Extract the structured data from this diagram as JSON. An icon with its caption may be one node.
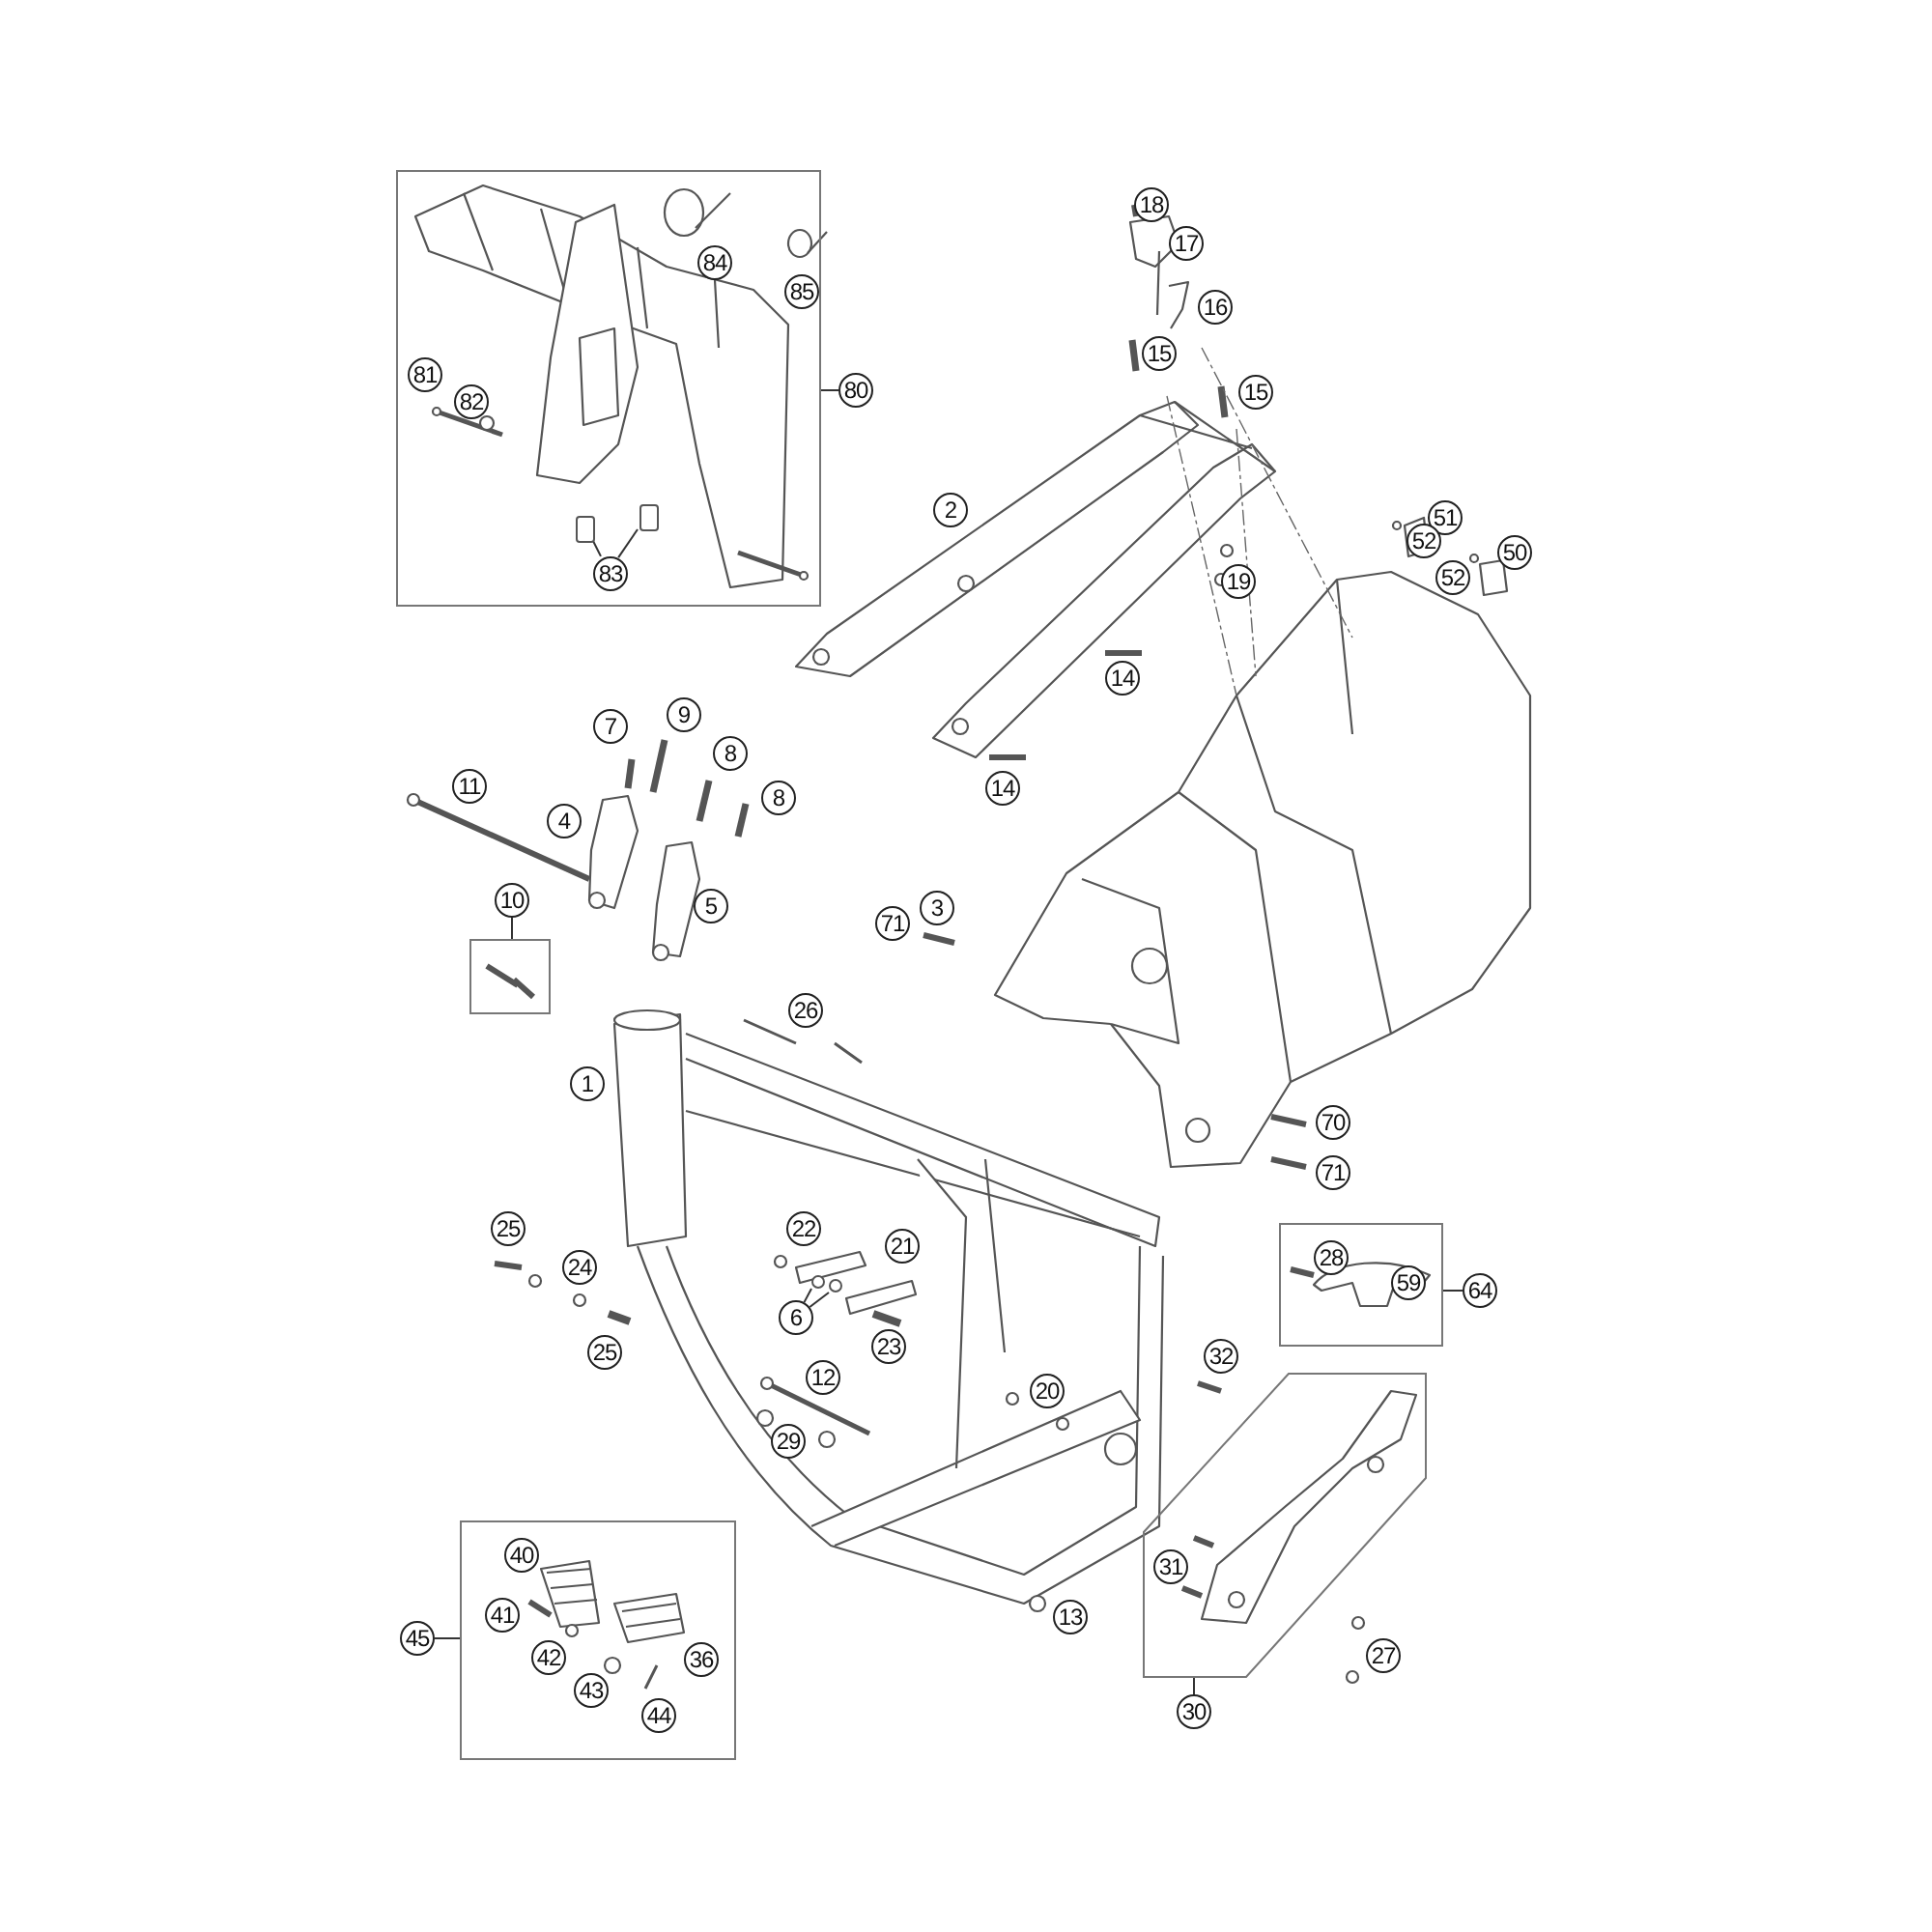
{
  "diagram": {
    "nodes": [
      {
        "text": [],
        "shape": "box"
      },
      {
        "text": [
          "84"
        ],
        "in": 0
      },
      {
        "text": [
          "85"
        ],
        "in": 0
      },
      {
        "text": [
          "81"
        ],
        "in": 0
      },
      {
        "text": [
          "82"
        ],
        "in": 0
      },
      {
        "text": [
          "83"
        ],
        "in": 0
      },
      {
        "text": [
          "80"
        ]
      },
      {
        "text": [
          "18"
        ]
      },
      {
        "text": [
          "17"
        ]
      },
      {
        "text": [
          "16"
        ]
      },
      {
        "text": [
          "15"
        ]
      },
      {
        "text": [
          "15"
        ]
      },
      {
        "text": [
          "2"
        ]
      },
      {
        "text": [
          "51"
        ]
      },
      {
        "text": [
          "52"
        ]
      },
      {
        "text": [
          "50"
        ]
      },
      {
        "text": [
          "52"
        ]
      },
      {
        "text": [
          "19"
        ]
      },
      {
        "text": [
          "14"
        ]
      },
      {
        "text": [
          "9"
        ]
      },
      {
        "text": [
          "7"
        ]
      },
      {
        "text": [
          "8"
        ]
      },
      {
        "text": [
          "11"
        ]
      },
      {
        "text": [
          "14"
        ]
      },
      {
        "text": [
          "8"
        ]
      },
      {
        "text": [
          "4"
        ]
      },
      {
        "text": [
          "10"
        ]
      },
      {
        "text": [],
        "shape": "box"
      },
      {
        "text": [
          "5"
        ]
      },
      {
        "text": [
          "3"
        ]
      },
      {
        "text": [
          "71"
        ]
      },
      {
        "text": [
          "26"
        ]
      },
      {
        "text": [
          "1"
        ]
      },
      {
        "text": [
          "70"
        ]
      },
      {
        "text": [
          "71"
        ]
      },
      {
        "text": [],
        "shape": "box"
      },
      {
        "text": [
          "28"
        ],
        "in": 35
      },
      {
        "text": [
          "59"
        ],
        "in": 35
      },
      {
        "text": [
          "64"
        ]
      },
      {
        "text": [
          "25"
        ]
      },
      {
        "text": [
          "22"
        ]
      },
      {
        "text": [
          "21"
        ]
      },
      {
        "text": [
          "24"
        ]
      },
      {
        "text": [
          "6"
        ]
      },
      {
        "text": [
          "23"
        ]
      },
      {
        "text": [
          "25"
        ]
      },
      {
        "text": [
          "32"
        ]
      },
      {
        "text": [
          "12"
        ]
      },
      {
        "text": [
          "20"
        ]
      },
      {
        "text": [
          "29"
        ]
      },
      {
        "text": [],
        "shape": "box"
      },
      {
        "text": [
          "31"
        ],
        "in": 50
      },
      {
        "text": [
          "27"
        ]
      },
      {
        "text": [
          "30"
        ]
      },
      {
        "text": [],
        "shape": "box"
      },
      {
        "text": [
          "40"
        ],
        "in": 54
      },
      {
        "text": [
          "41"
        ],
        "in": 54
      },
      {
        "text": [
          "42"
        ],
        "in": 54
      },
      {
        "text": [
          "36"
        ],
        "in": 54
      },
      {
        "text": [
          "43"
        ],
        "in": 54
      },
      {
        "text": [
          "44"
        ],
        "in": 54
      },
      {
        "text": [
          "45"
        ]
      },
      {
        "text": [
          "13"
        ]
      },
      {
        "text": [],
        "shape": "box",
        "in": 0
      },
      {
        "text": [],
        "shape": "box",
        "in": 0
      },
      {
        "text": [],
        "shape": "circle"
      },
      {
        "text": [],
        "shape": "circle"
      }
    ],
    "edges": [
      {
        "from": 6,
        "to": 0,
        "arrow": "none"
      },
      {
        "from": 26,
        "to": 27,
        "arrow": "none"
      },
      {
        "from": 38,
        "to": 35,
        "arrow": "none"
      },
      {
        "from": 53,
        "to": 50,
        "arrow": "none"
      },
      {
        "from": 61,
        "to": 54,
        "arrow": "none"
      },
      {
        "from": 5,
        "to": 63,
        "arrow": "none"
      },
      {
        "from": 5,
        "to": 64,
        "arrow": "none"
      },
      {
        "from": 43,
        "to": 65,
        "arrow": "none"
      },
      {
        "from": 43,
        "to": 66,
        "arrow": "none"
      }
    ]
  }
}
